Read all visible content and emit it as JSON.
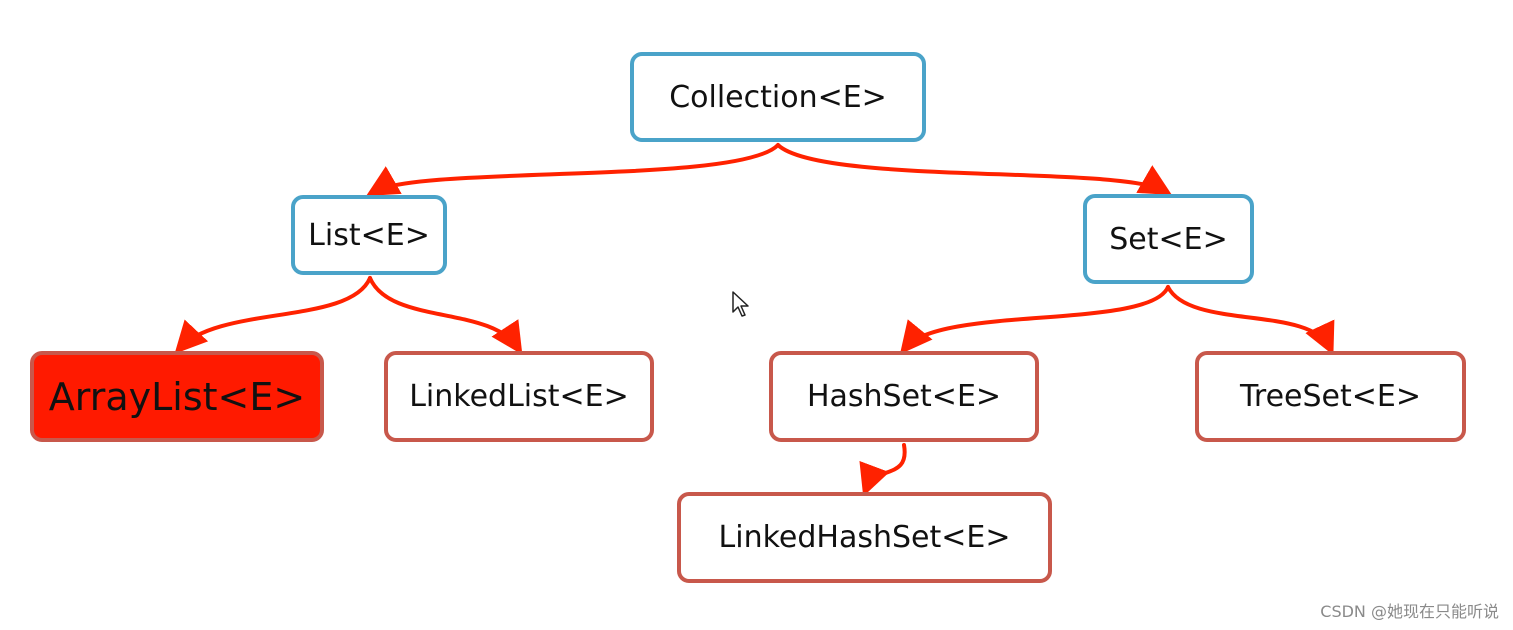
{
  "diagram": {
    "nodes": {
      "collection": "Collection<E>",
      "list": "List<E>",
      "set": "Set<E>",
      "arraylist": "ArrayList<E>",
      "linkedlist": "LinkedList<E>",
      "hashset": "HashSet<E>",
      "treeset": "TreeSet<E>",
      "linkedhashset": "LinkedHashSet<E>"
    },
    "edges": [
      {
        "from": "Collection<E>",
        "to": "List<E>"
      },
      {
        "from": "Collection<E>",
        "to": "Set<E>"
      },
      {
        "from": "List<E>",
        "to": "ArrayList<E>"
      },
      {
        "from": "List<E>",
        "to": "LinkedList<E>"
      },
      {
        "from": "Set<E>",
        "to": "HashSet<E>"
      },
      {
        "from": "Set<E>",
        "to": "TreeSet<E>"
      },
      {
        "from": "HashSet<E>",
        "to": "LinkedHashSet<E>"
      }
    ],
    "highlighted_node": "ArrayList<E>"
  },
  "colors": {
    "interface_border": "#4aa3c9",
    "impl_border": "#c8584b",
    "highlight_fill": "#ff1a00",
    "arrow": "#ff2200"
  },
  "cursor": {
    "icon": "mouse-pointer-icon"
  },
  "watermark": "CSDN @她现在只能听说"
}
